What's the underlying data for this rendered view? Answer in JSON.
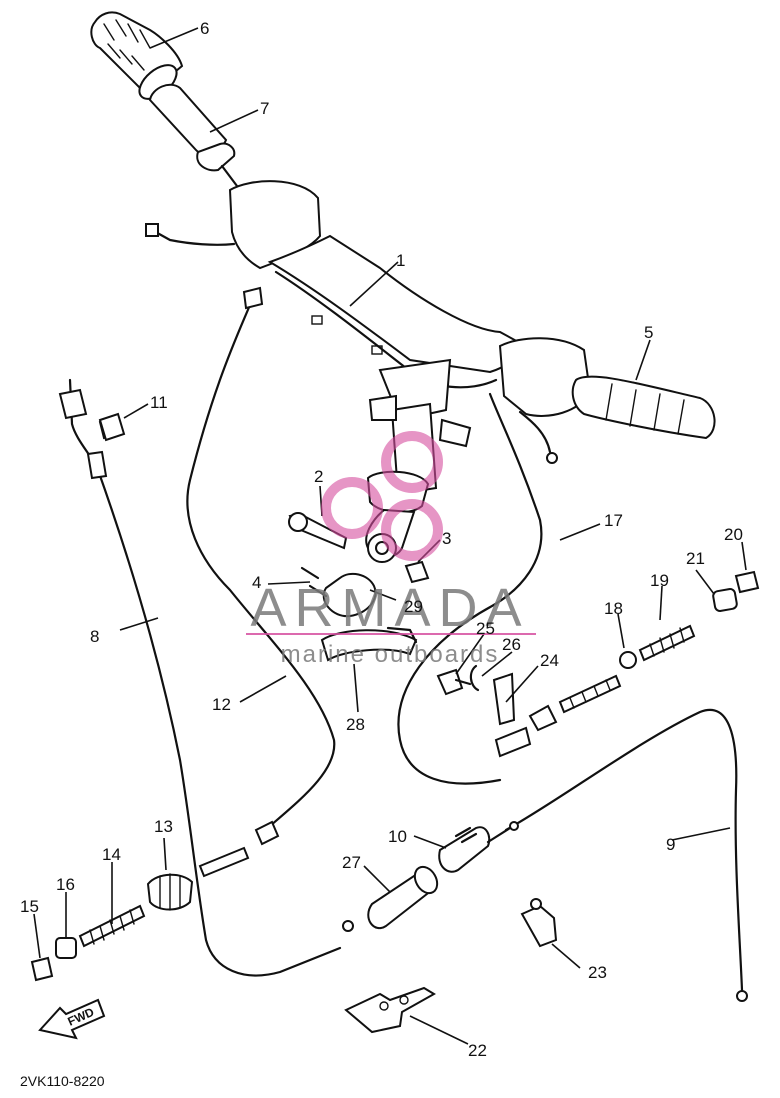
{
  "diagram_code": "2VK110-8220",
  "fwd_label": "FWD",
  "watermark": {
    "brand": "ARMADA",
    "tagline": "marine outboards",
    "accent": "#d64fa0"
  },
  "parts": [
    {
      "id": "1",
      "label": "1"
    },
    {
      "id": "2",
      "label": "2"
    },
    {
      "id": "3",
      "label": "3"
    },
    {
      "id": "4",
      "label": "4"
    },
    {
      "id": "5",
      "label": "5"
    },
    {
      "id": "6",
      "label": "6"
    },
    {
      "id": "7",
      "label": "7"
    },
    {
      "id": "8",
      "label": "8"
    },
    {
      "id": "9",
      "label": "9"
    },
    {
      "id": "10",
      "label": "10"
    },
    {
      "id": "11",
      "label": "11"
    },
    {
      "id": "12",
      "label": "12"
    },
    {
      "id": "13",
      "label": "13"
    },
    {
      "id": "14",
      "label": "14"
    },
    {
      "id": "15",
      "label": "15"
    },
    {
      "id": "16",
      "label": "16"
    },
    {
      "id": "17",
      "label": "17"
    },
    {
      "id": "18",
      "label": "18"
    },
    {
      "id": "19",
      "label": "19"
    },
    {
      "id": "20",
      "label": "20"
    },
    {
      "id": "21",
      "label": "21"
    },
    {
      "id": "22",
      "label": "22"
    },
    {
      "id": "23",
      "label": "23"
    },
    {
      "id": "24",
      "label": "24"
    },
    {
      "id": "25",
      "label": "25"
    },
    {
      "id": "26",
      "label": "26"
    },
    {
      "id": "27",
      "label": "27"
    },
    {
      "id": "28",
      "label": "28"
    },
    {
      "id": "29",
      "label": "29"
    }
  ]
}
